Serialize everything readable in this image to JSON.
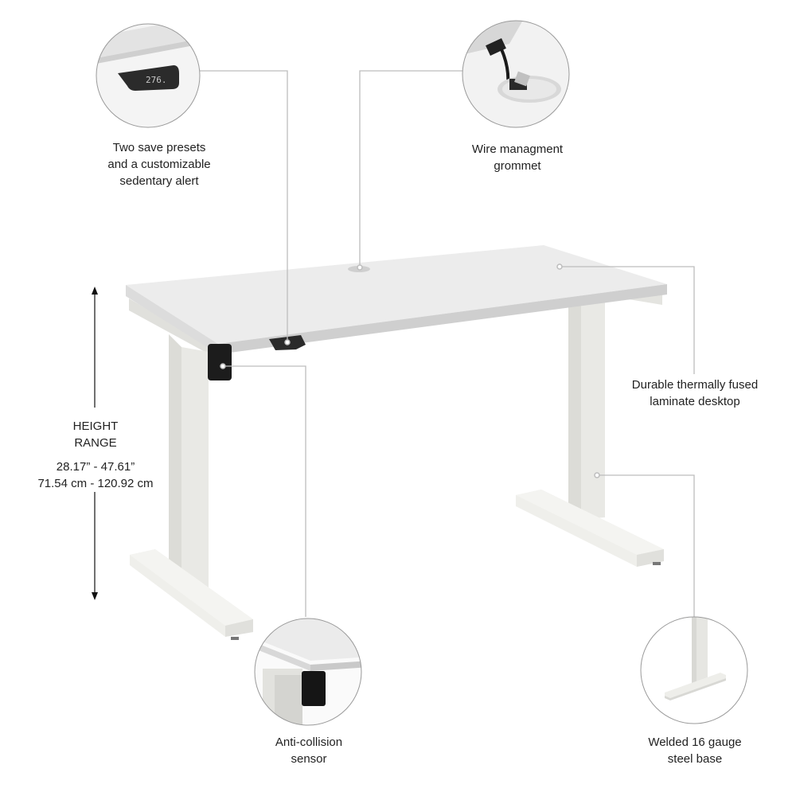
{
  "callouts": {
    "presets": {
      "lines": [
        "Two save presets",
        "and a customizable",
        "sedentary alert"
      ],
      "display_reading": "276."
    },
    "grommet": {
      "lines": [
        "Wire managment",
        "grommet"
      ]
    },
    "laminate": {
      "lines": [
        "Durable thermally fused",
        "laminate desktop"
      ]
    },
    "sensor": {
      "lines": [
        "Anti-collision",
        "sensor"
      ]
    },
    "base": {
      "lines": [
        "Welded 16 gauge",
        "steel base"
      ]
    }
  },
  "height_range": {
    "title_lines": [
      "HEIGHT",
      "RANGE"
    ],
    "imperial": "28.17” - 47.61”",
    "metric": "71.54 cm - 120.92 cm"
  },
  "colors": {
    "background": "#ffffff",
    "leader_line": "#bdbdbd",
    "desk_top": "#ececec",
    "desk_edge": "#d2d2d2",
    "frame": "#e6e6e2",
    "dark_part": "#1c1c1c",
    "text": "#222222"
  }
}
